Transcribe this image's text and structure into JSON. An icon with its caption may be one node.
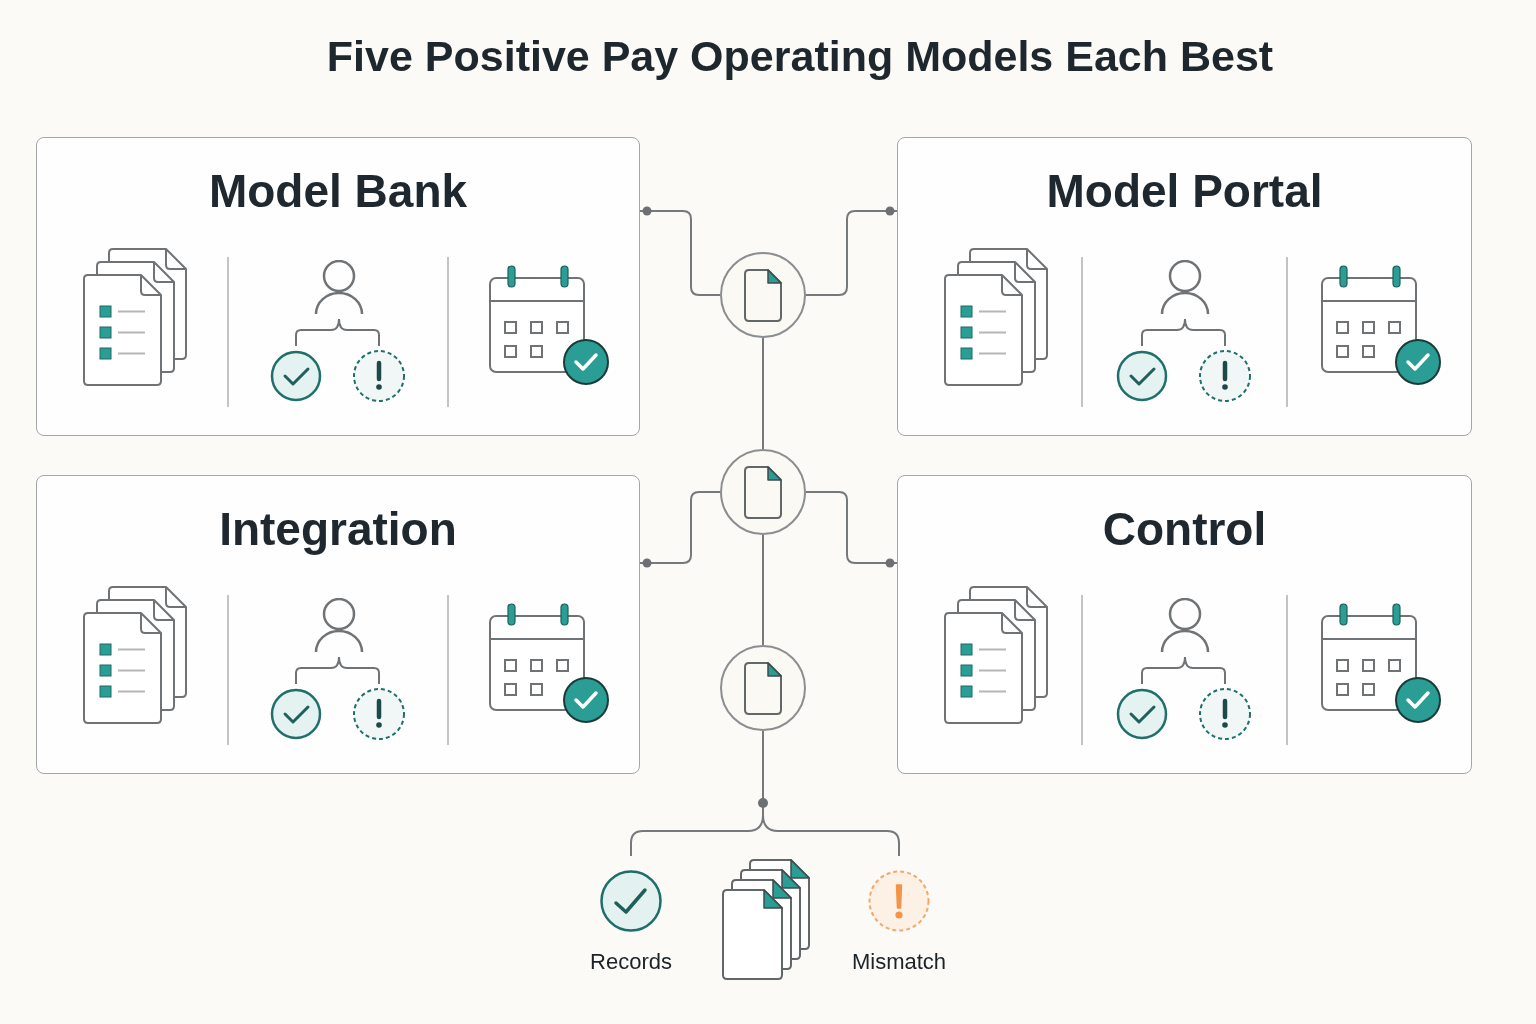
{
  "diagram": {
    "title": "Five Positive Pay Operating Models Each Best",
    "nodes": [
      {
        "text": [
          "Model Bank"
        ]
      },
      {
        "text": [
          "Model Portal"
        ]
      },
      {
        "text": [
          "Integration"
        ]
      },
      {
        "text": [
          "Control"
        ]
      },
      {
        "text": [],
        "shape": "circle"
      },
      {
        "text": [],
        "shape": "circle"
      },
      {
        "text": [],
        "shape": "circle"
      },
      {
        "text": [
          "Records"
        ]
      },
      {
        "text": [
          "Mismatch"
        ]
      }
    ],
    "edges": [
      {
        "from": 4,
        "to": 0,
        "arrow": "other"
      },
      {
        "from": 4,
        "to": 1,
        "arrow": "other"
      },
      {
        "from": 4,
        "to": 5,
        "arrow": "none"
      },
      {
        "from": 5,
        "to": 2,
        "arrow": "other"
      },
      {
        "from": 5,
        "to": 3,
        "arrow": "other"
      },
      {
        "from": 5,
        "to": 6,
        "arrow": "none"
      },
      {
        "from": 6,
        "to": 7,
        "arrow": "none"
      },
      {
        "from": 6,
        "to": 8,
        "arrow": "none"
      }
    ]
  }
}
